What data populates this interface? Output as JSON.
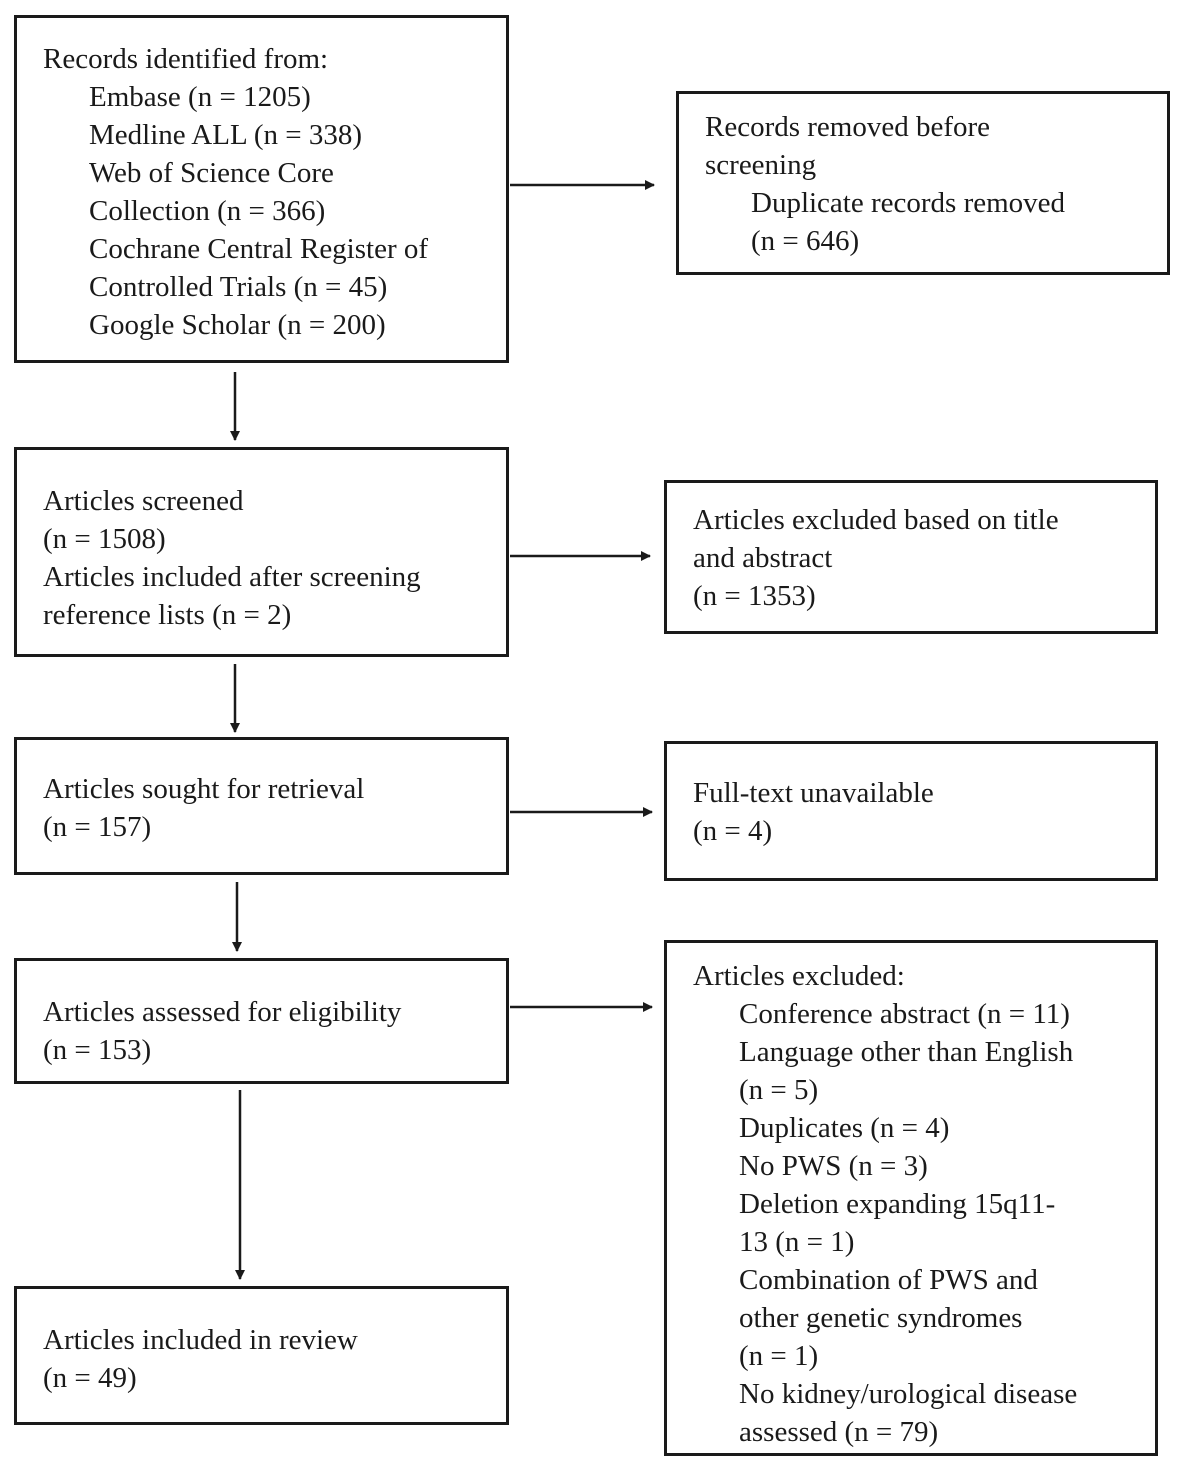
{
  "identification": {
    "heading": "Records identified from:",
    "sources": [
      "Embase (n = 1205)",
      "Medline ALL  (n = 338)",
      "Web of Science Core",
      "Collection (n = 366)",
      "Cochrane Central Register of",
      "Controlled Trials (n = 45)",
      "Google Scholar (n = 200)"
    ]
  },
  "removed": {
    "heading_1": "Records removed before",
    "heading_2": "screening",
    "detail_1": "Duplicate records removed",
    "detail_2": "(n = 646)"
  },
  "screened": {
    "lines": [
      "Articles screened",
      "(n = 1508)",
      "Articles included after screening",
      "reference lists (n = 2)"
    ]
  },
  "excluded_title": {
    "lines": [
      "Articles excluded based on title",
      "and abstract",
      "(n = 1353)"
    ]
  },
  "retrieval": {
    "lines": [
      "Articles sought for retrieval",
      "(n = 157)"
    ]
  },
  "unavailable": {
    "lines": [
      "Full-text unavailable",
      "(n = 4)"
    ]
  },
  "eligibility": {
    "lines": [
      "Articles assessed for eligibility",
      "(n = 153)"
    ]
  },
  "excluded": {
    "heading": "Articles excluded:",
    "reasons": [
      "Conference abstract (n = 11)",
      "Language other than English",
      "(n = 5)",
      "Duplicates (n = 4)",
      "No PWS (n = 3)",
      "Deletion expanding 15q11-",
      "13 (n = 1)",
      "Combination of PWS and",
      "other genetic syndromes",
      "(n = 1)",
      "No kidney/urological disease",
      "assessed (n = 79)"
    ]
  },
  "included": {
    "lines": [
      "Articles included in review",
      "(n = 49)"
    ]
  }
}
